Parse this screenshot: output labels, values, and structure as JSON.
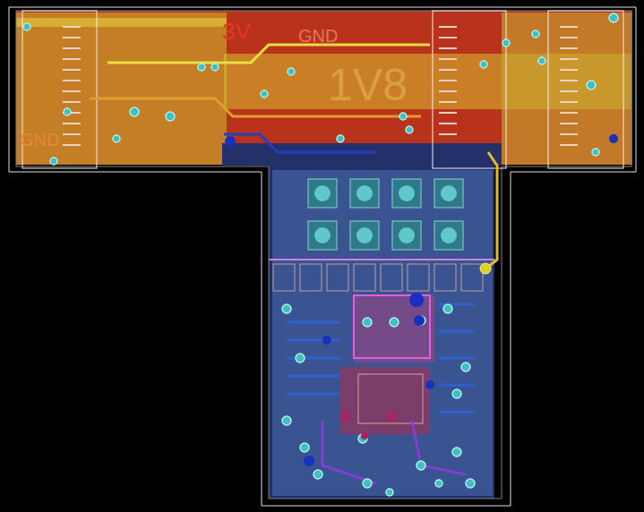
{
  "diagram": {
    "labels": [
      "3V",
      "GND",
      "1V8",
      "GND"
    ]
  }
}
